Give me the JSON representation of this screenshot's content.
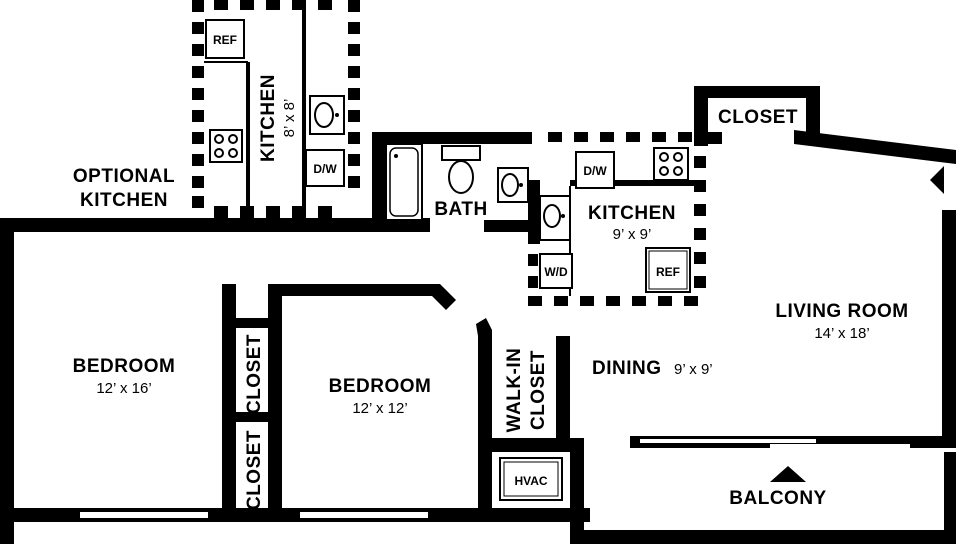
{
  "plan": {
    "optional_kitchen": {
      "line1": "OPTIONAL",
      "line2": "KITCHEN"
    },
    "optional_kitchen_room": {
      "name": "KITCHEN",
      "dims": "8’ x 8’"
    },
    "kitchen": {
      "name": "KITCHEN",
      "dims": "9’ x 9’"
    },
    "bath": {
      "name": "BATH"
    },
    "closet_top": {
      "name": "CLOSET"
    },
    "living_room": {
      "name": "LIVING ROOM",
      "dims": "14’ x 18’"
    },
    "dining": {
      "name": "DINING",
      "dims": "9’ x 9’"
    },
    "bedroom_1": {
      "name": "BEDROOM",
      "dims": "12’ x 16’"
    },
    "bedroom_2": {
      "name": "BEDROOM",
      "dims": "12’ x 12’"
    },
    "closet_vert_1": {
      "name": "CLOSET"
    },
    "closet_vert_2": {
      "name": "CLOSET"
    },
    "walk_in_closet": {
      "line1": "WALK-IN",
      "line2": "CLOSET"
    },
    "hvac": {
      "name": "HVAC"
    },
    "balcony": {
      "name": "BALCONY"
    },
    "fixtures": {
      "ref": "REF",
      "dw": "D/W",
      "wd": "W/D"
    }
  }
}
